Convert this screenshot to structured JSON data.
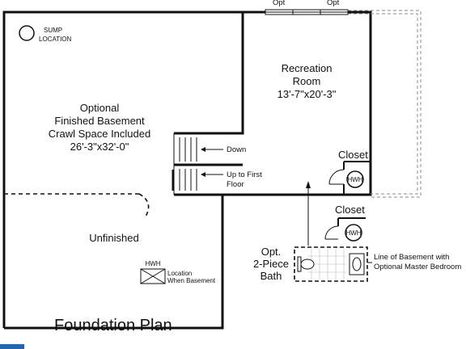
{
  "sump": {
    "label_line1": "SUMP",
    "label_line2": "LOCATION"
  },
  "window_labels": [
    "Opt",
    "Opt"
  ],
  "basement": {
    "line1": "Optional",
    "line2": "Finished Basement",
    "line3": "Crawl Space Included",
    "dims": "26'-3\"x32'-0\""
  },
  "recreation": {
    "line1": "Recreation",
    "line2": "Room",
    "dims": "13'-7\"x20'-3\""
  },
  "stairs": {
    "down_label": "Down",
    "up_line1": "Up to First",
    "up_line2": "Floor"
  },
  "closet_upper": {
    "label": "Closet",
    "hwh": "HWH"
  },
  "closet_lower": {
    "label": "Closet",
    "hwh": "HWH"
  },
  "unfinished": {
    "label": "Unfinished"
  },
  "hwh_box": {
    "label": "HWH",
    "note_line1": "Location",
    "note_line2": "When Basement"
  },
  "bath": {
    "line1": "Opt.",
    "line2": "2-Piece",
    "line3": "Bath"
  },
  "note": {
    "line1": "Line of Basement with",
    "line2": "Optional Master Bedroom"
  },
  "plan_title": "Foundation Plan"
}
